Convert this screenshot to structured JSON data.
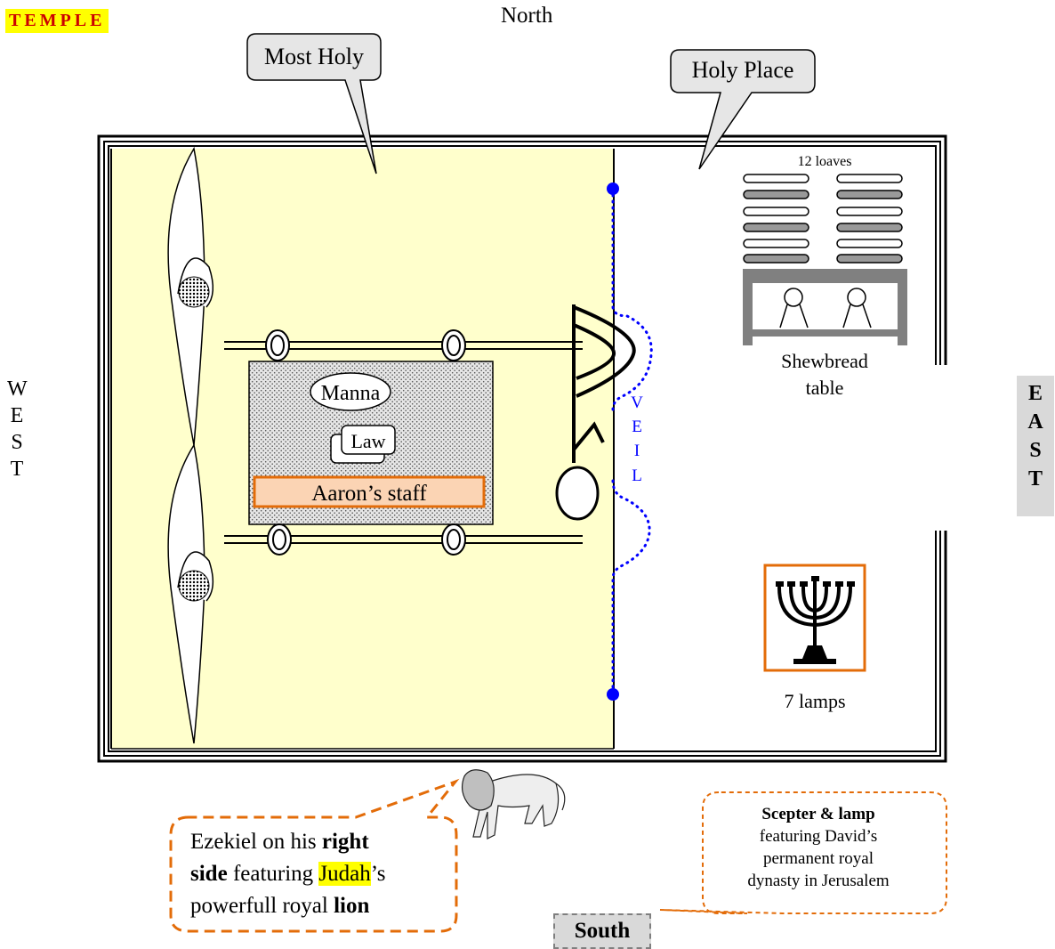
{
  "title": "TEMPLE",
  "compass": {
    "north": "North",
    "west": [
      "W",
      "E",
      "S",
      "T"
    ],
    "east": [
      "E",
      "A",
      "S",
      "T"
    ],
    "south": "South"
  },
  "callouts": {
    "most_holy": "Most Holy",
    "holy_place": "Holy Place"
  },
  "veil": [
    "V",
    "E",
    "I",
    "L"
  ],
  "ark": {
    "manna": "Manna",
    "law": "Law",
    "staff": "Aaron’s staff"
  },
  "shewbread": {
    "loaves": "12 loaves",
    "label_line1": "Shewbread",
    "label_line2": "table"
  },
  "lampstand": {
    "label": "7 lamps"
  },
  "ezekiel": {
    "t1": "Ezekiel on his ",
    "b1": "right",
    "b2": "side",
    "t2": " featuring ",
    "hl": "Judah",
    "t3": "’s",
    "t4": "powerfull royal ",
    "b3": "lion"
  },
  "scepter": {
    "bold": "Scepter & lamp",
    "line2": "featuring David’s",
    "line3": "permanent royal",
    "line4": "dynasty in Jerusalem"
  },
  "colors": {
    "most_holy_fill": "#ffffcc",
    "highlight": "#ffff00",
    "title_text": "#cc0000",
    "veil": "#0000ff",
    "staff_fill": "#fbd4b4",
    "accent_orange": "#e36c09",
    "label_gray": "#d9d9d9"
  }
}
